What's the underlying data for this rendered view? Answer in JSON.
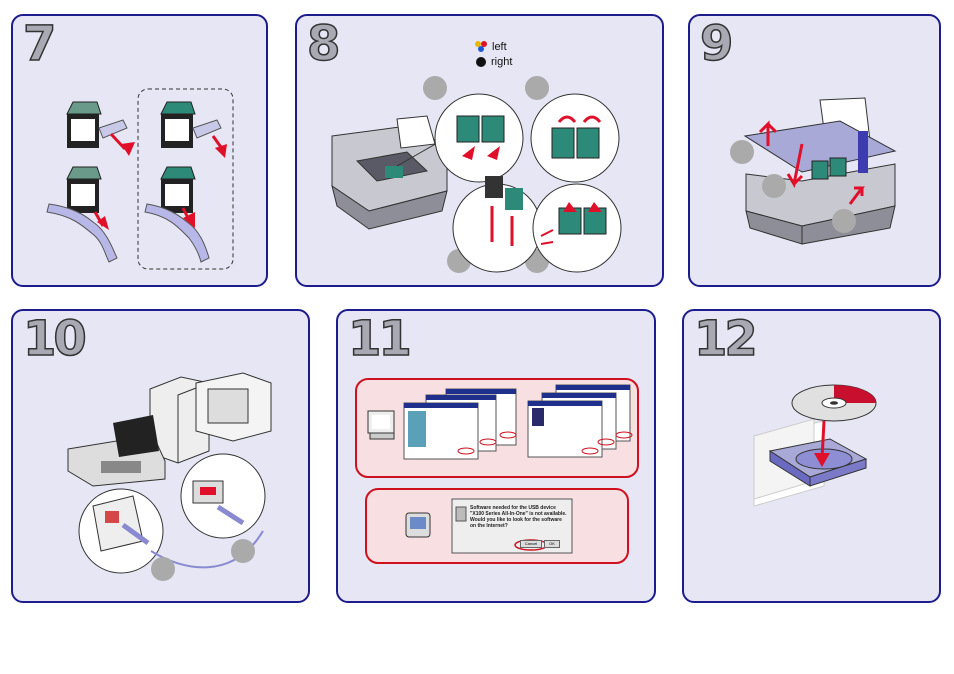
{
  "steps": [
    {
      "number": "7"
    },
    {
      "number": "8"
    },
    {
      "number": "9"
    },
    {
      "number": "10"
    },
    {
      "number": "11"
    },
    {
      "number": "12"
    }
  ],
  "step8_legend": {
    "left": "left",
    "right": "right"
  },
  "step11": {
    "dialog_message": "Software needed for the USB device \"X100 Series All-In-One\" is not available. Would you like to look for the software on the Internet?",
    "cancel_label": "Cancel",
    "ok_label": "OK"
  },
  "colors": {
    "panel_border": "#1c1c8c",
    "panel_fill": "#e6e6f4",
    "arrow_red": "#e0102a",
    "cable_blue": "#8a8ad0",
    "callout_red": "#d0101e"
  }
}
